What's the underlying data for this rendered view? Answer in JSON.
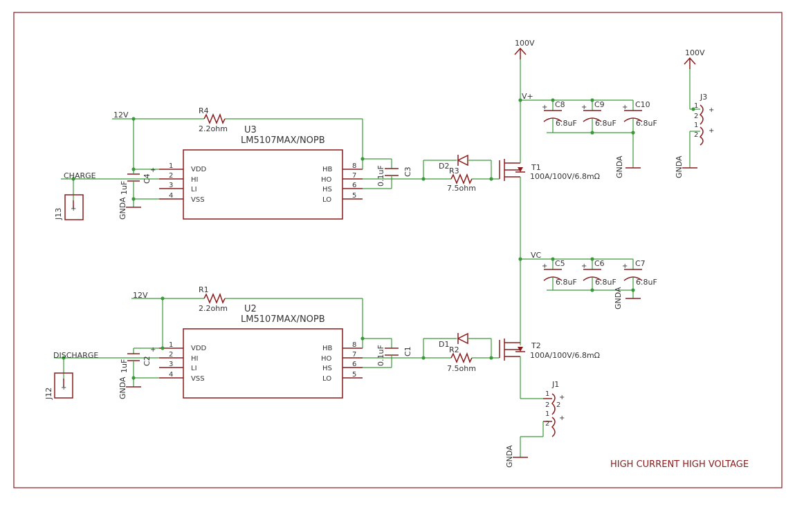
{
  "frame_note": "HIGH CURRENT HIGH VOLTAGE",
  "nets": {
    "v12": "12V",
    "v100": "100V",
    "gnda": "GNDA",
    "vplus": "V+",
    "vc": "VC",
    "charge": "CHARGE",
    "discharge": "DISCHARGE"
  },
  "drivers": [
    {
      "ref": "U3",
      "part": "LM5107MAX/NOPB",
      "pins_left": [
        {
          "num": "1",
          "name": "VDD"
        },
        {
          "num": "2",
          "name": "HI"
        },
        {
          "num": "3",
          "name": "LI"
        },
        {
          "num": "4",
          "name": "VSS"
        }
      ],
      "pins_right": [
        {
          "num": "8",
          "name": "HB"
        },
        {
          "num": "7",
          "name": "HO"
        },
        {
          "num": "6",
          "name": "HS"
        },
        {
          "num": "5",
          "name": "LO"
        }
      ]
    },
    {
      "ref": "U2",
      "part": "LM5107MAX/NOPB",
      "pins_left": [
        {
          "num": "1",
          "name": "VDD"
        },
        {
          "num": "2",
          "name": "HI"
        },
        {
          "num": "3",
          "name": "LI"
        },
        {
          "num": "4",
          "name": "VSS"
        }
      ],
      "pins_right": [
        {
          "num": "8",
          "name": "HB"
        },
        {
          "num": "7",
          "name": "HO"
        },
        {
          "num": "6",
          "name": "HS"
        },
        {
          "num": "5",
          "name": "LO"
        }
      ]
    }
  ],
  "resistors": {
    "R4": {
      "ref": "R4",
      "value": "2.2ohm"
    },
    "R1": {
      "ref": "R1",
      "value": "2.2ohm"
    },
    "R3": {
      "ref": "R3",
      "value": "7.5ohm"
    },
    "R2": {
      "ref": "R2",
      "value": "7.5ohm"
    }
  },
  "capacitors": {
    "C4": {
      "ref": "C4",
      "value": "1uF"
    },
    "C2": {
      "ref": "C2",
      "value": "1uF"
    },
    "C3": {
      "ref": "C3",
      "value": "0.1uF"
    },
    "C1": {
      "ref": "C1",
      "value": "0.1uF"
    },
    "C8": {
      "ref": "C8",
      "value": "6.8uF"
    },
    "C9": {
      "ref": "C9",
      "value": "6.8uF"
    },
    "C10": {
      "ref": "C10",
      "value": "6.8uF"
    },
    "C5": {
      "ref": "C5",
      "value": "6.8uF"
    },
    "C6": {
      "ref": "C6",
      "value": "6.8uF"
    },
    "C7": {
      "ref": "C7",
      "value": "6.8uF"
    }
  },
  "diodes": {
    "D2": "D2",
    "D1": "D1"
  },
  "transistors": {
    "T1": {
      "ref": "T1",
      "value": "100A/100V/6.8mΩ"
    },
    "T2": {
      "ref": "T2",
      "value": "100A/100V/6.8mΩ"
    }
  },
  "connectors": {
    "J13": "J13",
    "J12": "J12",
    "J1": "J1",
    "J3": "J3"
  },
  "pin_labels": {
    "one": "1",
    "two": "2",
    "plus": "+"
  }
}
